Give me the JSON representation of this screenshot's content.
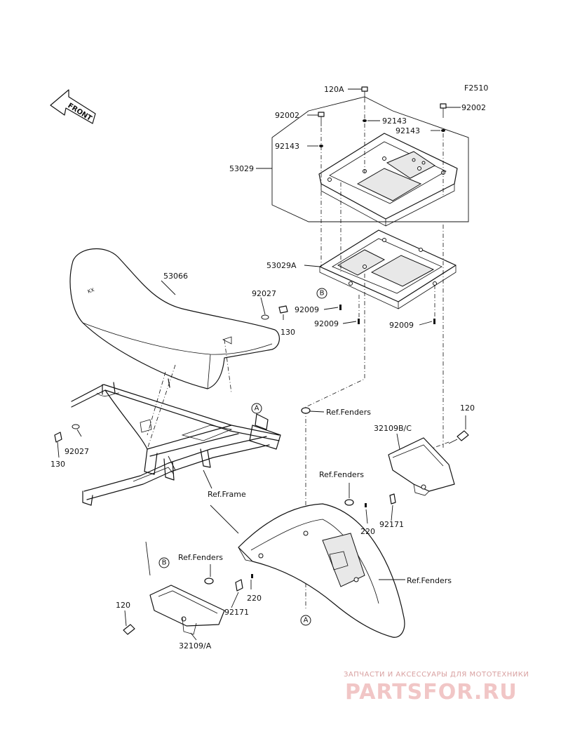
{
  "figure_code": "F2510",
  "front_label": "FRONT",
  "callouts": {
    "B_top": "B",
    "A_right": "A",
    "B_left": "B",
    "A_bottom": "A"
  },
  "labels": {
    "l120A": "120A",
    "l92002_left": "92002",
    "l92143_a": "92143",
    "l92002_right": "92002",
    "l92143_b": "92143",
    "l92143_c": "92143",
    "l53029": "53029",
    "l53029A": "53029A",
    "l92009_a": "92009",
    "l92009_b": "92009",
    "l92009_c": "92009",
    "l53066": "53066",
    "l92027_top": "92027",
    "l130_top": "130",
    "l92027_left": "92027",
    "l130_left": "130",
    "ref_fenders_1": "Ref.Fenders",
    "l120_right": "120",
    "l32109BC": "32109B/C",
    "ref_fenders_2": "Ref.Fenders",
    "ref_frame": "Ref.Frame",
    "l220_right": "220",
    "l92171_right": "92171",
    "ref_fenders_3": "Ref.Fenders",
    "ref_fenders_4": "Ref.Fenders",
    "l220_left": "220",
    "l120_left": "120",
    "l92171_left": "92171",
    "l32109A": "32109/A"
  },
  "watermark": {
    "tagline": "ЗАПЧАСТИ И АКСЕССУАРЫ ДЛЯ МОТОТЕХНИКИ",
    "logo": "PARTSFOR.RU"
  },
  "colors": {
    "ink": "#111111",
    "watermark": "#f1c6c6"
  }
}
